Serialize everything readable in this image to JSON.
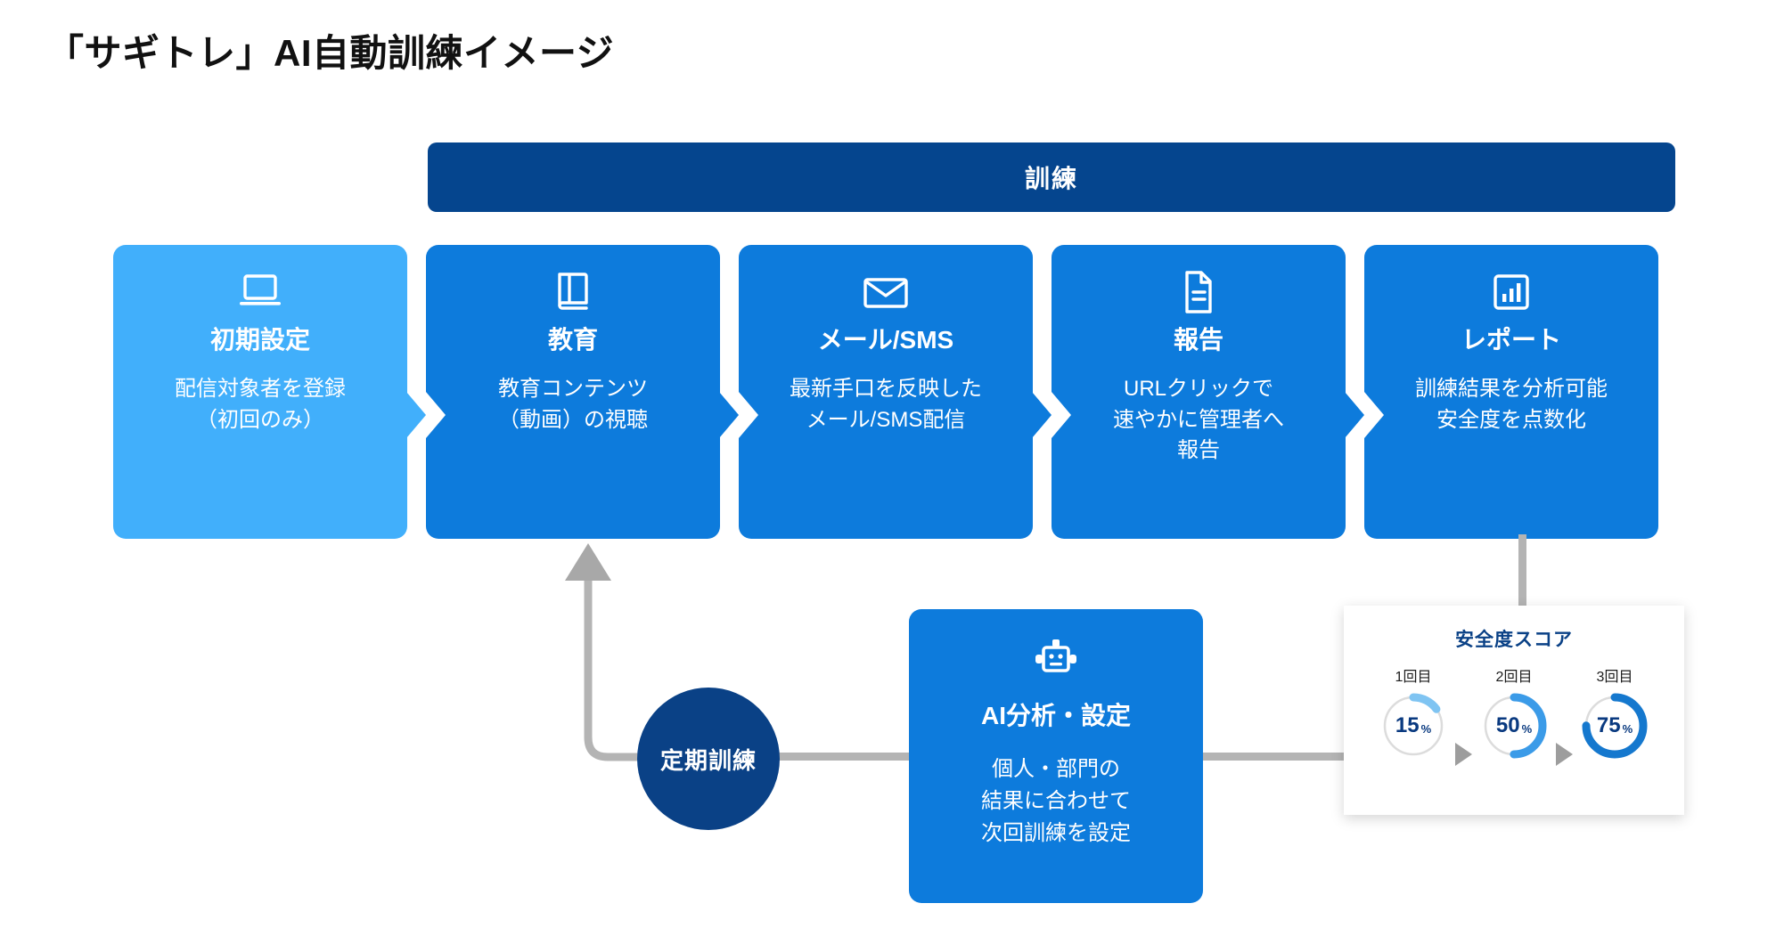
{
  "page": {
    "title": "「サギトレ」AI自動訓練イメージ"
  },
  "banner": {
    "label": "訓練",
    "color": "#05458E"
  },
  "flow": {
    "cards": [
      {
        "icon": "laptop-icon",
        "title": "初期設定",
        "desc": "配信対象者を登録\n（初回のみ）",
        "color": "#41AFFB"
      },
      {
        "icon": "book-icon",
        "title": "教育",
        "desc": "教育コンテンツ\n（動画）の視聴",
        "color": "#0D7BDC"
      },
      {
        "icon": "envelope-icon",
        "title": "メール/SMS",
        "desc": "最新手口を反映した\nメール/SMS配信",
        "color": "#0D7BDC"
      },
      {
        "icon": "document-icon",
        "title": "報告",
        "desc": "URLクリックで\n速やかに管理者へ\n報告",
        "color": "#0D7BDC"
      },
      {
        "icon": "bar-chart-icon",
        "title": "レポート",
        "desc": "訓練結果を分析可能\n安全度を点数化",
        "color": "#0D7BDC"
      }
    ]
  },
  "cycle": {
    "label": "定期訓練",
    "color": "#0A4186"
  },
  "ai": {
    "icon": "robot-icon",
    "title": "AI分析・設定",
    "desc": "個人・部門の\n結果に合わせて\n次回訓練を設定",
    "color": "#0D7BDC"
  },
  "score_card": {
    "title": "安全度スコア",
    "title_color": "#0A4186",
    "separator": "▶"
  },
  "chart_data": {
    "type": "pie",
    "title": "安全度スコア",
    "categories": [
      "1回目",
      "2回目",
      "3回目"
    ],
    "values": [
      15,
      50,
      75
    ],
    "value_labels": [
      "15",
      "50",
      "75"
    ],
    "unit": "%",
    "series": [
      {
        "name": "安全度スコア",
        "values": [
          15,
          50,
          75
        ]
      }
    ],
    "colors": [
      "#7FC4F2",
      "#3B9BE8",
      "#1578CE"
    ],
    "track_color": "#DCDCDC",
    "ylim": [
      0,
      100
    ],
    "legend": "none",
    "grid": false
  }
}
